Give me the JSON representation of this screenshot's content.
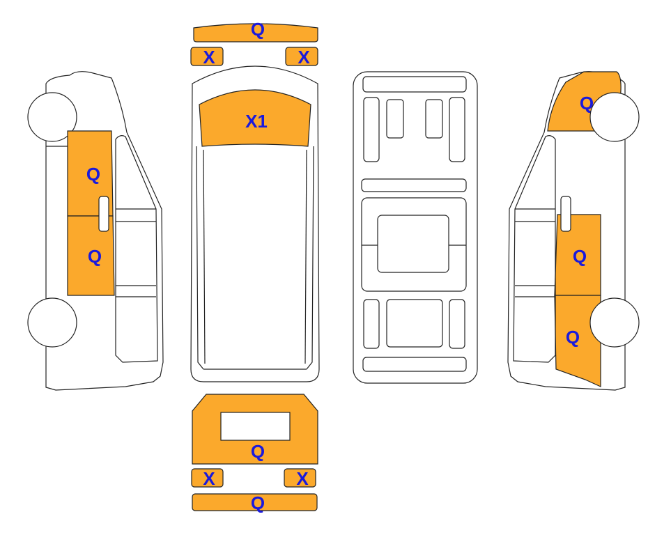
{
  "colors": {
    "panel": "#fba92c",
    "label": "#1a1adc",
    "outline": "#222222",
    "background": "#ffffff"
  },
  "views": {
    "front": {
      "bumper_label": "Q",
      "left_light_label": "X",
      "right_light_label": "X"
    },
    "top": {
      "windscreen_label": "X1"
    },
    "left_side": {
      "front_door_label": "Q",
      "rear_door_label": "Q"
    },
    "right_side": {
      "front_wing_label": "Q",
      "door_label": "Q",
      "rear_label": "Q"
    },
    "rear": {
      "tailgate_label": "Q",
      "left_light_label": "X",
      "right_light_label": "X",
      "bumper_label": "Q"
    }
  }
}
